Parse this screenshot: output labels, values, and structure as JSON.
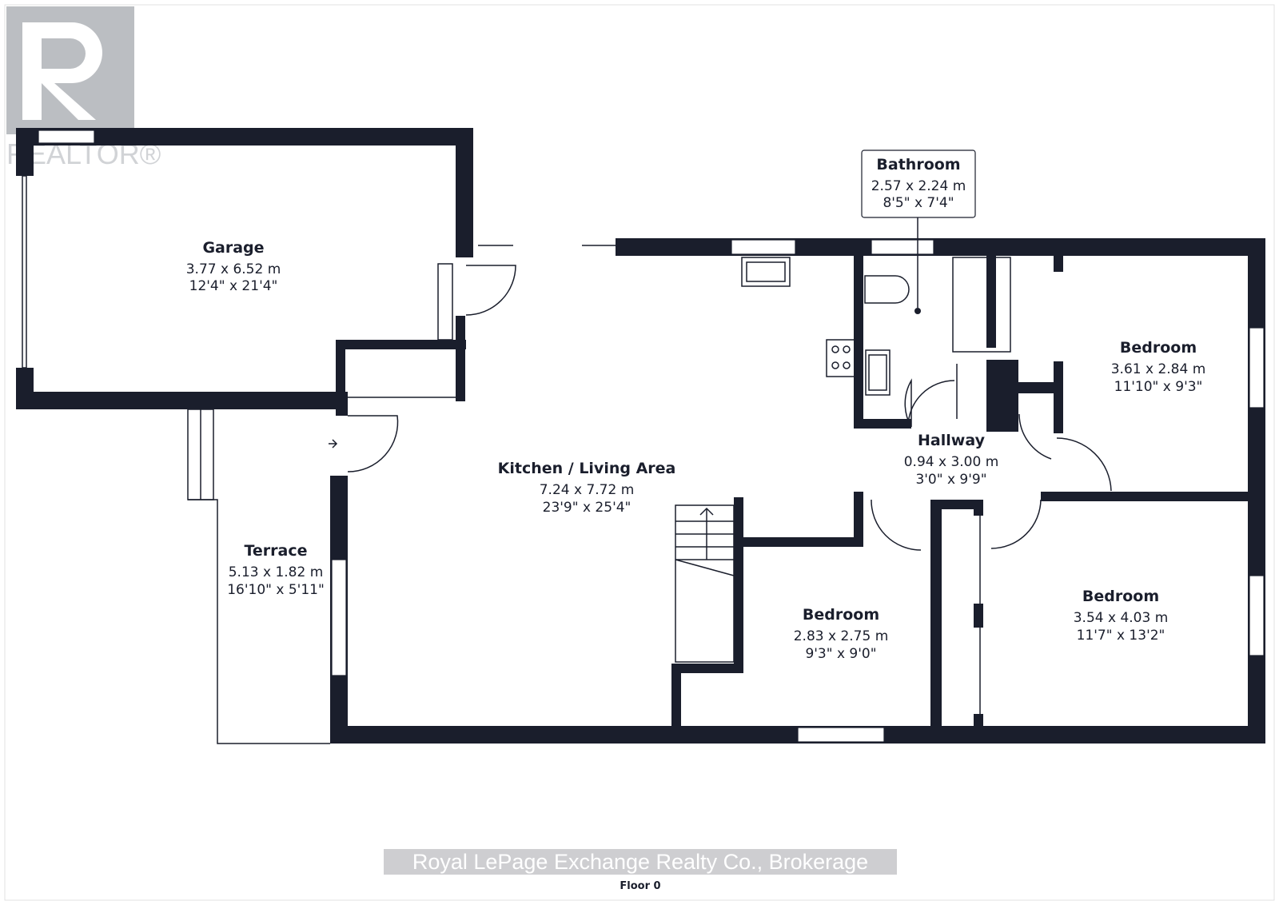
{
  "rooms": {
    "garage": {
      "name": "Garage",
      "metric": "3.77 x 6.52 m",
      "imperial": "12'4\" x 21'4\""
    },
    "bathroom": {
      "name": "Bathroom",
      "metric": "2.57 x 2.24 m",
      "imperial": "8'5\" x 7'4\""
    },
    "bedroom_ne": {
      "name": "Bedroom",
      "metric": "3.61 x 2.84 m",
      "imperial": "11'10\" x 9'3\""
    },
    "hallway": {
      "name": "Hallway",
      "metric": "0.94 x 3.00 m",
      "imperial": "3'0\" x 9'9\""
    },
    "kitchen": {
      "name": "Kitchen / Living Area",
      "metric": "7.24 x 7.72 m",
      "imperial": "23'9\" x 25'4\""
    },
    "terrace": {
      "name": "Terrace",
      "metric": "5.13 x 1.82 m",
      "imperial": "16'10\" x 5'11\""
    },
    "bedroom_s": {
      "name": "Bedroom",
      "metric": "2.83 x 2.75 m",
      "imperial": "9'3\" x 9'0\""
    },
    "bedroom_se": {
      "name": "Bedroom",
      "metric": "3.54 x 4.03 m",
      "imperial": "11'7\" x 13'2\""
    }
  },
  "logo": {
    "text": "REALTOR®"
  },
  "watermark": "Royal LePage Exchange Realty Co., Brokerage",
  "floor_label": "Floor 0",
  "colors": {
    "wall": "#1a1e2c",
    "background": "#ffffff",
    "logo": "#9a9ea6"
  }
}
